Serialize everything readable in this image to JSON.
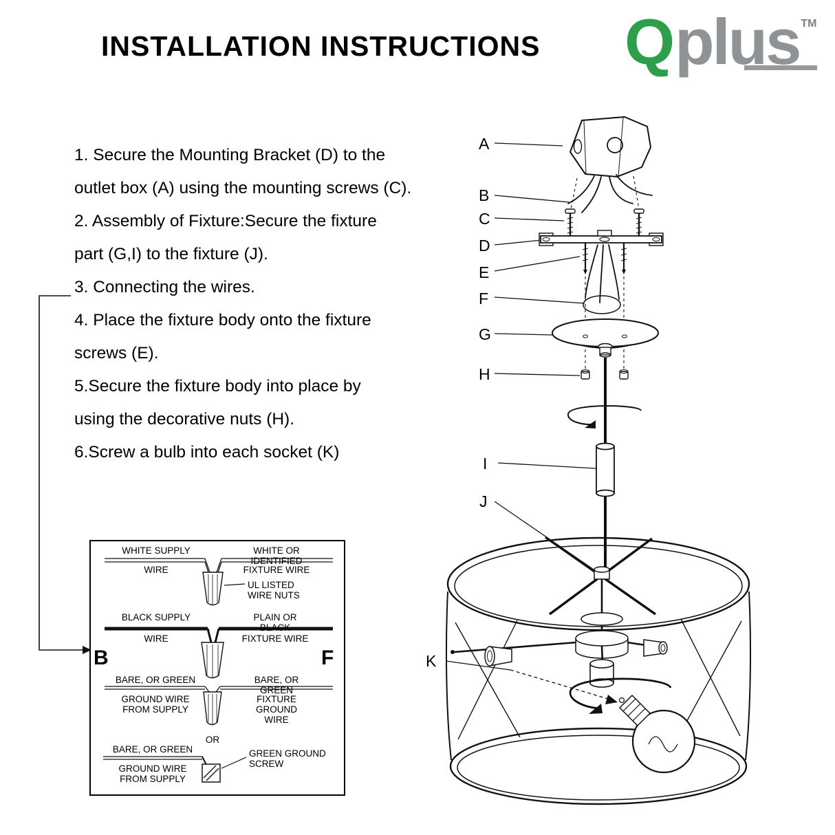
{
  "title": "INSTALLATION INSTRUCTIONS",
  "logo": {
    "q": "Q",
    "plus": "plus",
    "tm": "TM",
    "green": "#2d9e49",
    "gray": "#8f9395"
  },
  "steps": [
    "1. Secure the Mounting Bracket (D) to the\noutlet box (A) using the mounting screws (C).",
    "2. Assembly of Fixture:Secure the fixture\npart (G,I) to the fixture (J).",
    "3. Connecting the wires.",
    "4. Place the fixture body onto the fixture\nscrews (E).",
    "5.Secure the fixture body into place by\nusing the decorative nuts (H).",
    "6.Screw a bulb into each socket (K)"
  ],
  "wiring_box": {
    "label_b": "B",
    "label_f": "F",
    "white_supply": "WHITE SUPPLY",
    "white_supply_sub": "WIRE",
    "white_fixture": "WHITE OR IDENTIFIED",
    "white_fixture_sub": "FIXTURE WIRE",
    "wire_nuts_note": "UL LISTED\nWIRE NUTS",
    "black_supply": "BLACK SUPPLY",
    "black_supply_sub": "WIRE",
    "black_fixture": "PLAIN OR BLACK",
    "black_fixture_sub": "FIXTURE WIRE",
    "ground_supply": "BARE, OR GREEN",
    "ground_supply_sub": "GROUND WIRE\nFROM SUPPLY",
    "ground_fixture": "BARE, OR GREEN",
    "ground_fixture_sub": "FIXTURE GROUND\nWIRE",
    "or": "OR",
    "ground_screw_wire": "BARE, OR GREEN",
    "ground_screw_wire_sub": "GROUND WIRE\nFROM SUPPLY",
    "ground_screw_note": "GREEN GROUND\nSCREW"
  },
  "diagram_labels": [
    "A",
    "B",
    "C",
    "D",
    "E",
    "F",
    "G",
    "H",
    "I",
    "J",
    "K"
  ]
}
